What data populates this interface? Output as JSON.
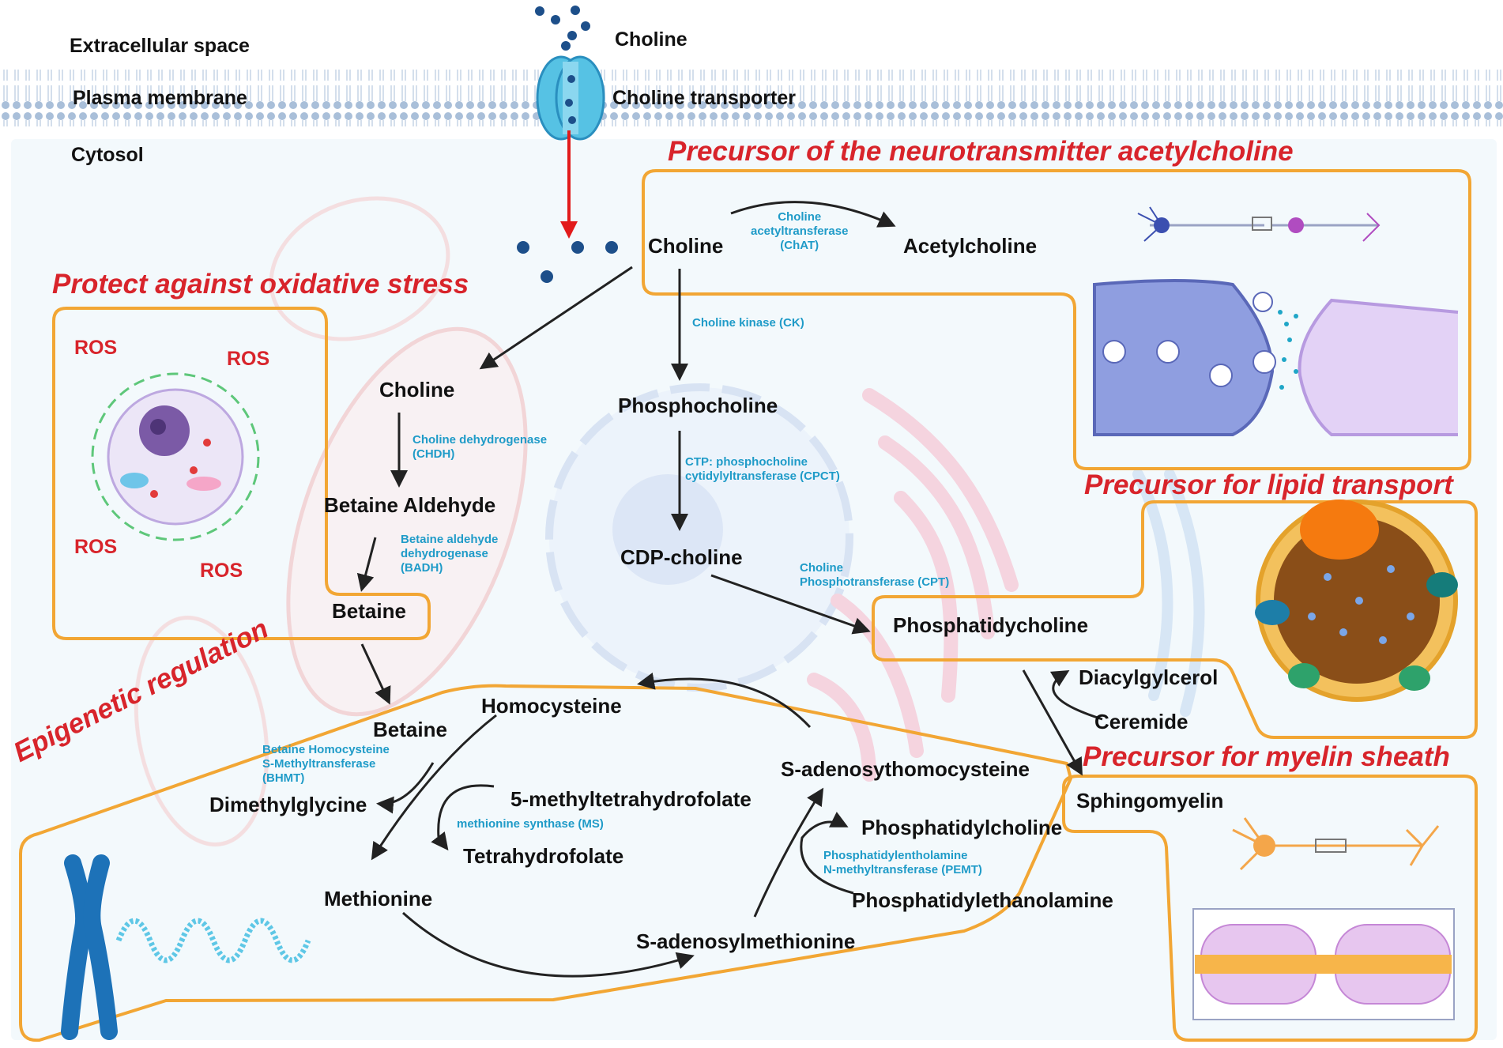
{
  "membrane": {
    "extracellular": "Extracellular space",
    "plasma_membrane": "Plasma membrane",
    "cytosol": "Cytosol",
    "choline_outside": "Choline",
    "transporter": "Choline transporter"
  },
  "sections": {
    "acetylcholine": "Precursor of the neurotransmitter acetylcholine",
    "oxidative": "Protect against oxidative stress",
    "lipid": "Precursor for lipid transport",
    "epigenetic": "Epigenetic regulation",
    "myelin": "Precursor for myelin sheath"
  },
  "ros": [
    "ROS",
    "ROS",
    "ROS",
    "ROS"
  ],
  "metabolites": {
    "choline_cytosol": "Choline",
    "acetylcholine": "Acetylcholine",
    "choline_mito": "Choline",
    "betaine_aldehyde": "Betaine Aldehyde",
    "betaine_mito": "Betaine",
    "phosphocholine": "Phosphocholine",
    "cdp_choline": "CDP-choline",
    "phosphatidylcholine": "Phosphatidycholine",
    "diacylglycerol": "Diacylgylcerol",
    "ceremide": "Ceremide",
    "sphingomyelin": "Sphingomyelin",
    "betaine": "Betaine",
    "homocysteine": "Homocysteine",
    "dimethylglycine": "Dimethylglycine",
    "methyl_thf": "5-methyltetrahydrofolate",
    "thf": "Tetrahydrofolate",
    "methionine": "Methionine",
    "sah": "S-adenosythomocysteine",
    "pc2": "Phosphatidylcholine",
    "pe": "Phosphatidylethanolamine",
    "sam": "S-adenosylmethionine"
  },
  "enzymes": {
    "chat": "Choline\nacetyltransferase\n(ChAT)",
    "ck": "Choline kinase (CK)",
    "chdh": "Choline dehydrogenase\n(CHDH)",
    "badh": "Betaine aldehyde\ndehydrogenase\n(BADH)",
    "cpct": "CTP: phosphocholine\ncytidylyltransferase (CPCT)",
    "cpt": "Choline\nPhosphotransferase (CPT)",
    "bhmt": "Betaine Homocysteine\nS-Methyltransferase\n(BHMT)",
    "ms": "methionine synthase (MS)",
    "pemt": "Phosphatidylentholamine\nN-methyltransferase (PEMT)"
  },
  "colors": {
    "title_red": "#d8242b",
    "enzyme_blue": "#1f9bc8",
    "box_orange": "#f2a634",
    "membrane_blue": "#a9bfd9",
    "transport_arrow": "#e21b1b"
  }
}
